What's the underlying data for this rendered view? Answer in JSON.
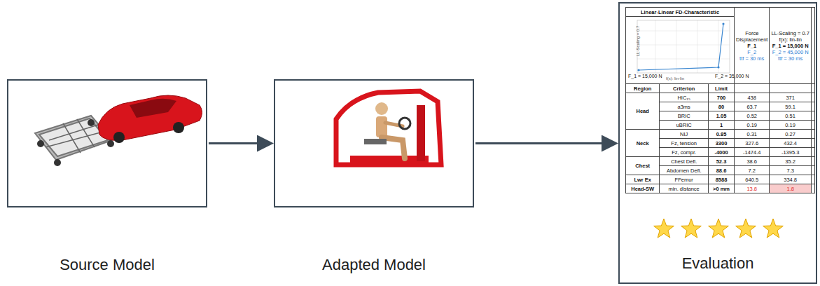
{
  "diagram": {
    "nodes": [
      {
        "text": [
          "Source Model"
        ]
      },
      {
        "text": [
          "Adapted Model"
        ]
      },
      {
        "text": [
          "Evaluation"
        ]
      }
    ],
    "edges": [
      {
        "from": 0,
        "to": 1,
        "arrow": "to"
      },
      {
        "from": 1,
        "to": 2,
        "arrow": "to"
      }
    ],
    "labels": [
      "Linear-Linear FD-Characteristic",
      "Force",
      "Displacement",
      "F_1",
      "F_2",
      "ttf = 30 ms",
      "LL-Scaling = 0.7",
      "f(x): lin-lin",
      "F_1 = 15,000 N",
      "F_2 = 45,000 N",
      "ttf = 30 ms",
      "LL-Scaling = 0.7",
      "f(x): lin-lin",
      "F_1 = 15,000 N",
      "F_2 = 35,000 N",
      "Region",
      "Criterion",
      "Limit",
      "Head",
      "HIC₁₅",
      "700",
      "438",
      "371",
      "a3ms",
      "80",
      "63.7",
      "59.1",
      "BRIC",
      "1.05",
      "0.52",
      "0.51",
      "uBRIC",
      "1",
      "0.19",
      "0.19",
      "Neck",
      "NIJ",
      "0.85",
      "0.31",
      "0.27",
      "Fz, tension",
      "3300",
      "327.6",
      "432.4",
      "Fz, compr.",
      "-4000",
      "-1474.4",
      "-1395.3",
      "Chest",
      "Chest Defl.",
      "52.3",
      "38.6",
      "35.2",
      "Abdomen Defl.",
      "88.6",
      "7.2",
      "7.3",
      "Lwr Ex",
      "FFemur",
      "8588",
      "640.5",
      "334.8",
      "Head-SW",
      "min. distance",
      ">0 mm",
      "13.8",
      "1.8"
    ]
  }
}
